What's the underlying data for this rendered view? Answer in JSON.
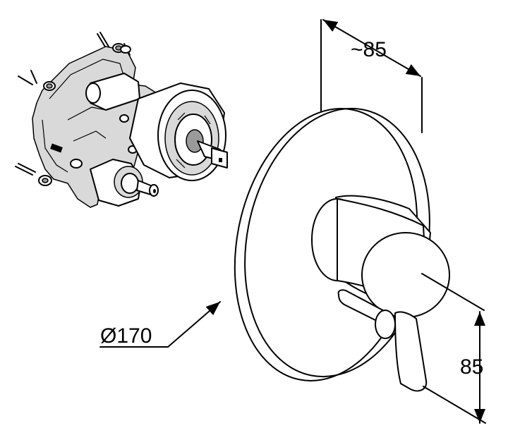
{
  "dimensions": {
    "diameter_label": "Ø170",
    "depth_label": "~85",
    "height_label": "85"
  }
}
